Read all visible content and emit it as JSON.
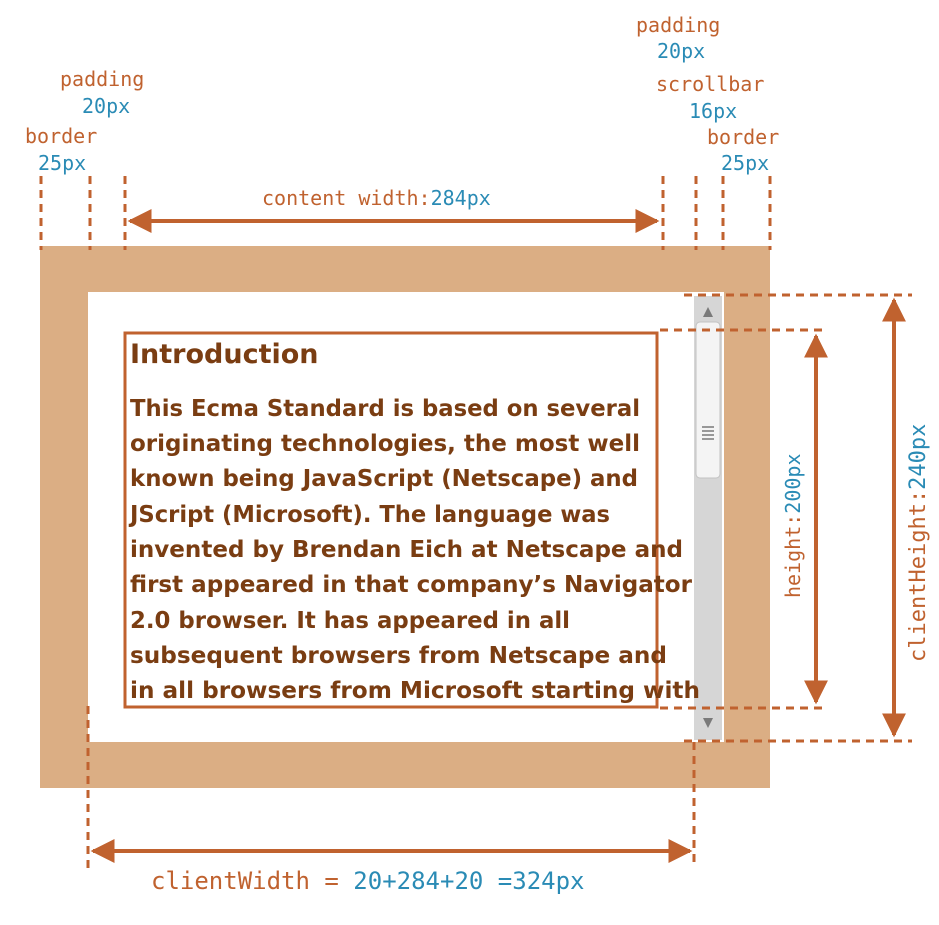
{
  "colors": {
    "border": "#dbae84",
    "label": "#c0622f",
    "value": "#2a8bb5",
    "text": "#7a3d12",
    "scrollbar_track": "#d6d6d6"
  },
  "labels": {
    "padding_left": {
      "key": "padding",
      "value": "20px"
    },
    "border_left": {
      "key": "border",
      "value": "25px"
    },
    "padding_right": {
      "key": "padding",
      "value": "20px"
    },
    "scrollbar": {
      "key": "scrollbar",
      "value": "16px"
    },
    "border_right": {
      "key": "border",
      "value": "25px"
    },
    "content_width": {
      "key": "content width:",
      "value": "284px"
    },
    "height": {
      "key": "height:",
      "value": "200px"
    },
    "client_height": {
      "key": "clientHeight:",
      "value": "240px"
    },
    "client_width": {
      "key": "clientWidth = ",
      "value": "20+284+20 =324px"
    }
  },
  "content": {
    "heading": "Introduction",
    "lines": [
      "This Ecma Standard is based on several",
      "originating technologies, the most well",
      "known being JavaScript (Netscape) and",
      "JScript (Microsoft). The language was",
      "invented by Brendan Eich at Netscape and",
      "first appeared in that company’s Navigator",
      "2.0 browser. It has appeared in all",
      "subsequent browsers from Netscape and",
      "in all browsers from Microsoft starting with"
    ]
  }
}
